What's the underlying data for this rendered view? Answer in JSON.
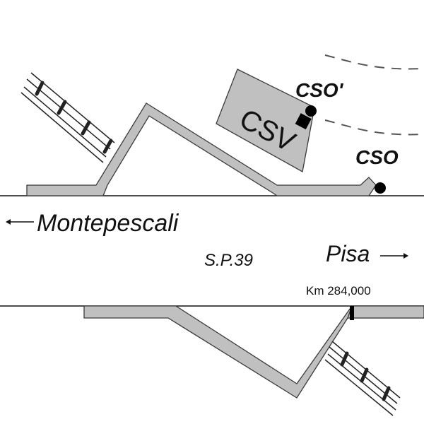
{
  "labels": {
    "cso_prime": "CSO'",
    "cso": "CSO",
    "csv": "CSV",
    "montepescali": "Montepescali",
    "sp39": "S.P.39",
    "pisa": "Pisa",
    "km_marker": "Km 284,000"
  },
  "colors": {
    "ramp_fill": "#c0c0c0",
    "outline": "#3a3a3a",
    "road_line": "#111111",
    "marker": "#000000",
    "dashed": "#555555"
  }
}
